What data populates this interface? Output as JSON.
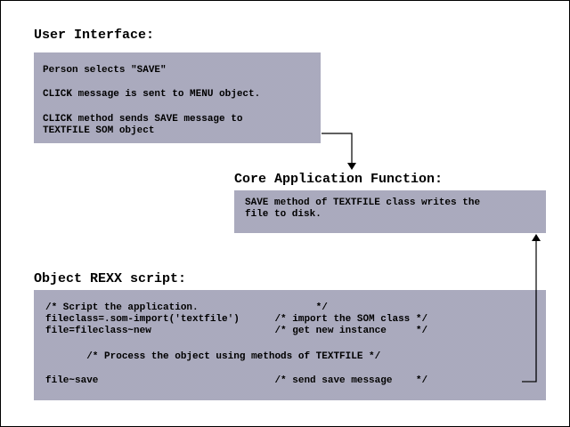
{
  "user_interface": {
    "heading": "User Interface:",
    "lines": [
      "Person selects \"SAVE\"",
      "CLICK message is sent to MENU object.",
      "CLICK method sends SAVE message to",
      "TEXTFILE SOM object"
    ]
  },
  "core_function": {
    "heading": "Core Application Function:",
    "lines": [
      "SAVE method of TEXTFILE class writes the",
      "file to disk."
    ]
  },
  "rexx_script": {
    "heading": "Object REXX script:",
    "lines": [
      "/* Script the application.                    */",
      "fileclass=.som-import('textfile')      /* import the SOM class */",
      "file=fileclass~new                     /* get new instance     */",
      "       /* Process the object using methods of TEXTFILE */",
      "file~save                              /* send save message    */"
    ]
  },
  "colors": {
    "box_fill": "#c9c9d6",
    "text": "#000000",
    "border": "#000000"
  }
}
